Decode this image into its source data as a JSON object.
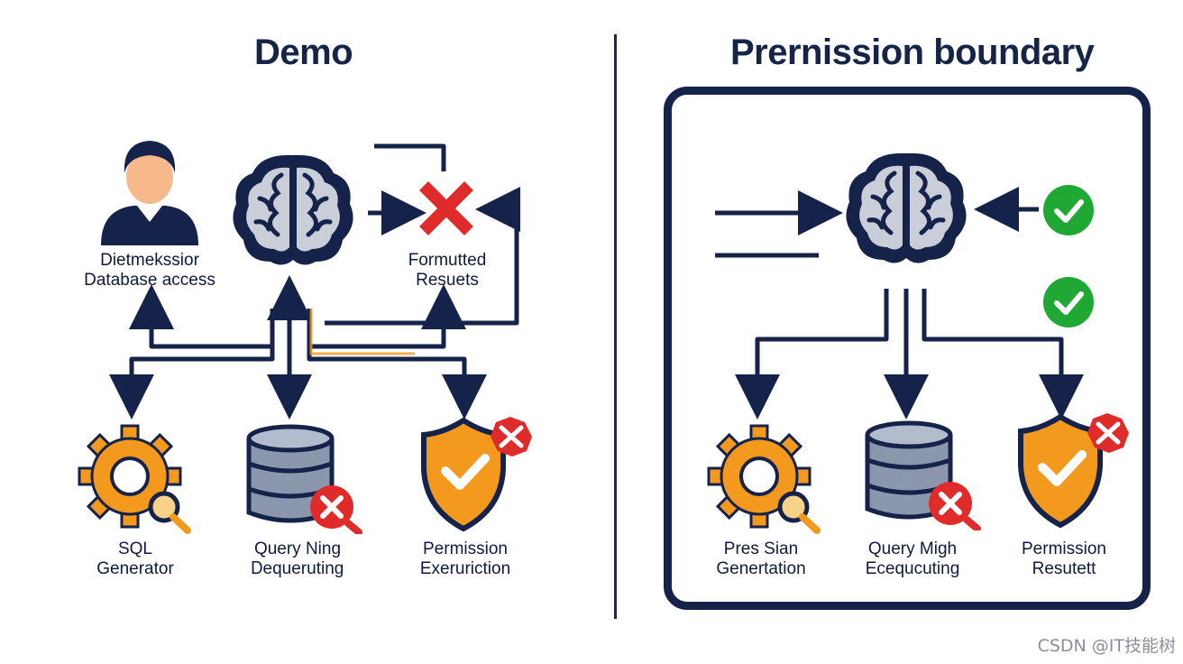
{
  "left_panel": {
    "title": "Demo",
    "user_label_line1": "Dietmekssior",
    "user_label_line2": "Database access",
    "result_label_line1": "Formutted",
    "result_label_line2": "Resuets",
    "gear_label_line1": "SQL",
    "gear_label_line2": "Generator",
    "db_label_line1": "Query Ning",
    "db_label_line2": "Ꭰequeruting",
    "shield_label_line1": "Permission",
    "shield_label_line2": "Exeruriction"
  },
  "right_panel": {
    "title": "Prernission boundary",
    "gear_label_line1": "Pres Sian",
    "gear_label_line2": "Genertation",
    "db_label_line1": "Query Migh",
    "db_label_line2": "Ecequcuting",
    "shield_label_line1": "Permission",
    "shield_label_line2": "Resutett"
  },
  "watermark": "CSDN @IT技能树",
  "colors": {
    "navy": "#15224a",
    "orange": "#f39a1e",
    "red": "#e02b2b",
    "green": "#1fa834",
    "brain_fill": "#c9ced8"
  }
}
